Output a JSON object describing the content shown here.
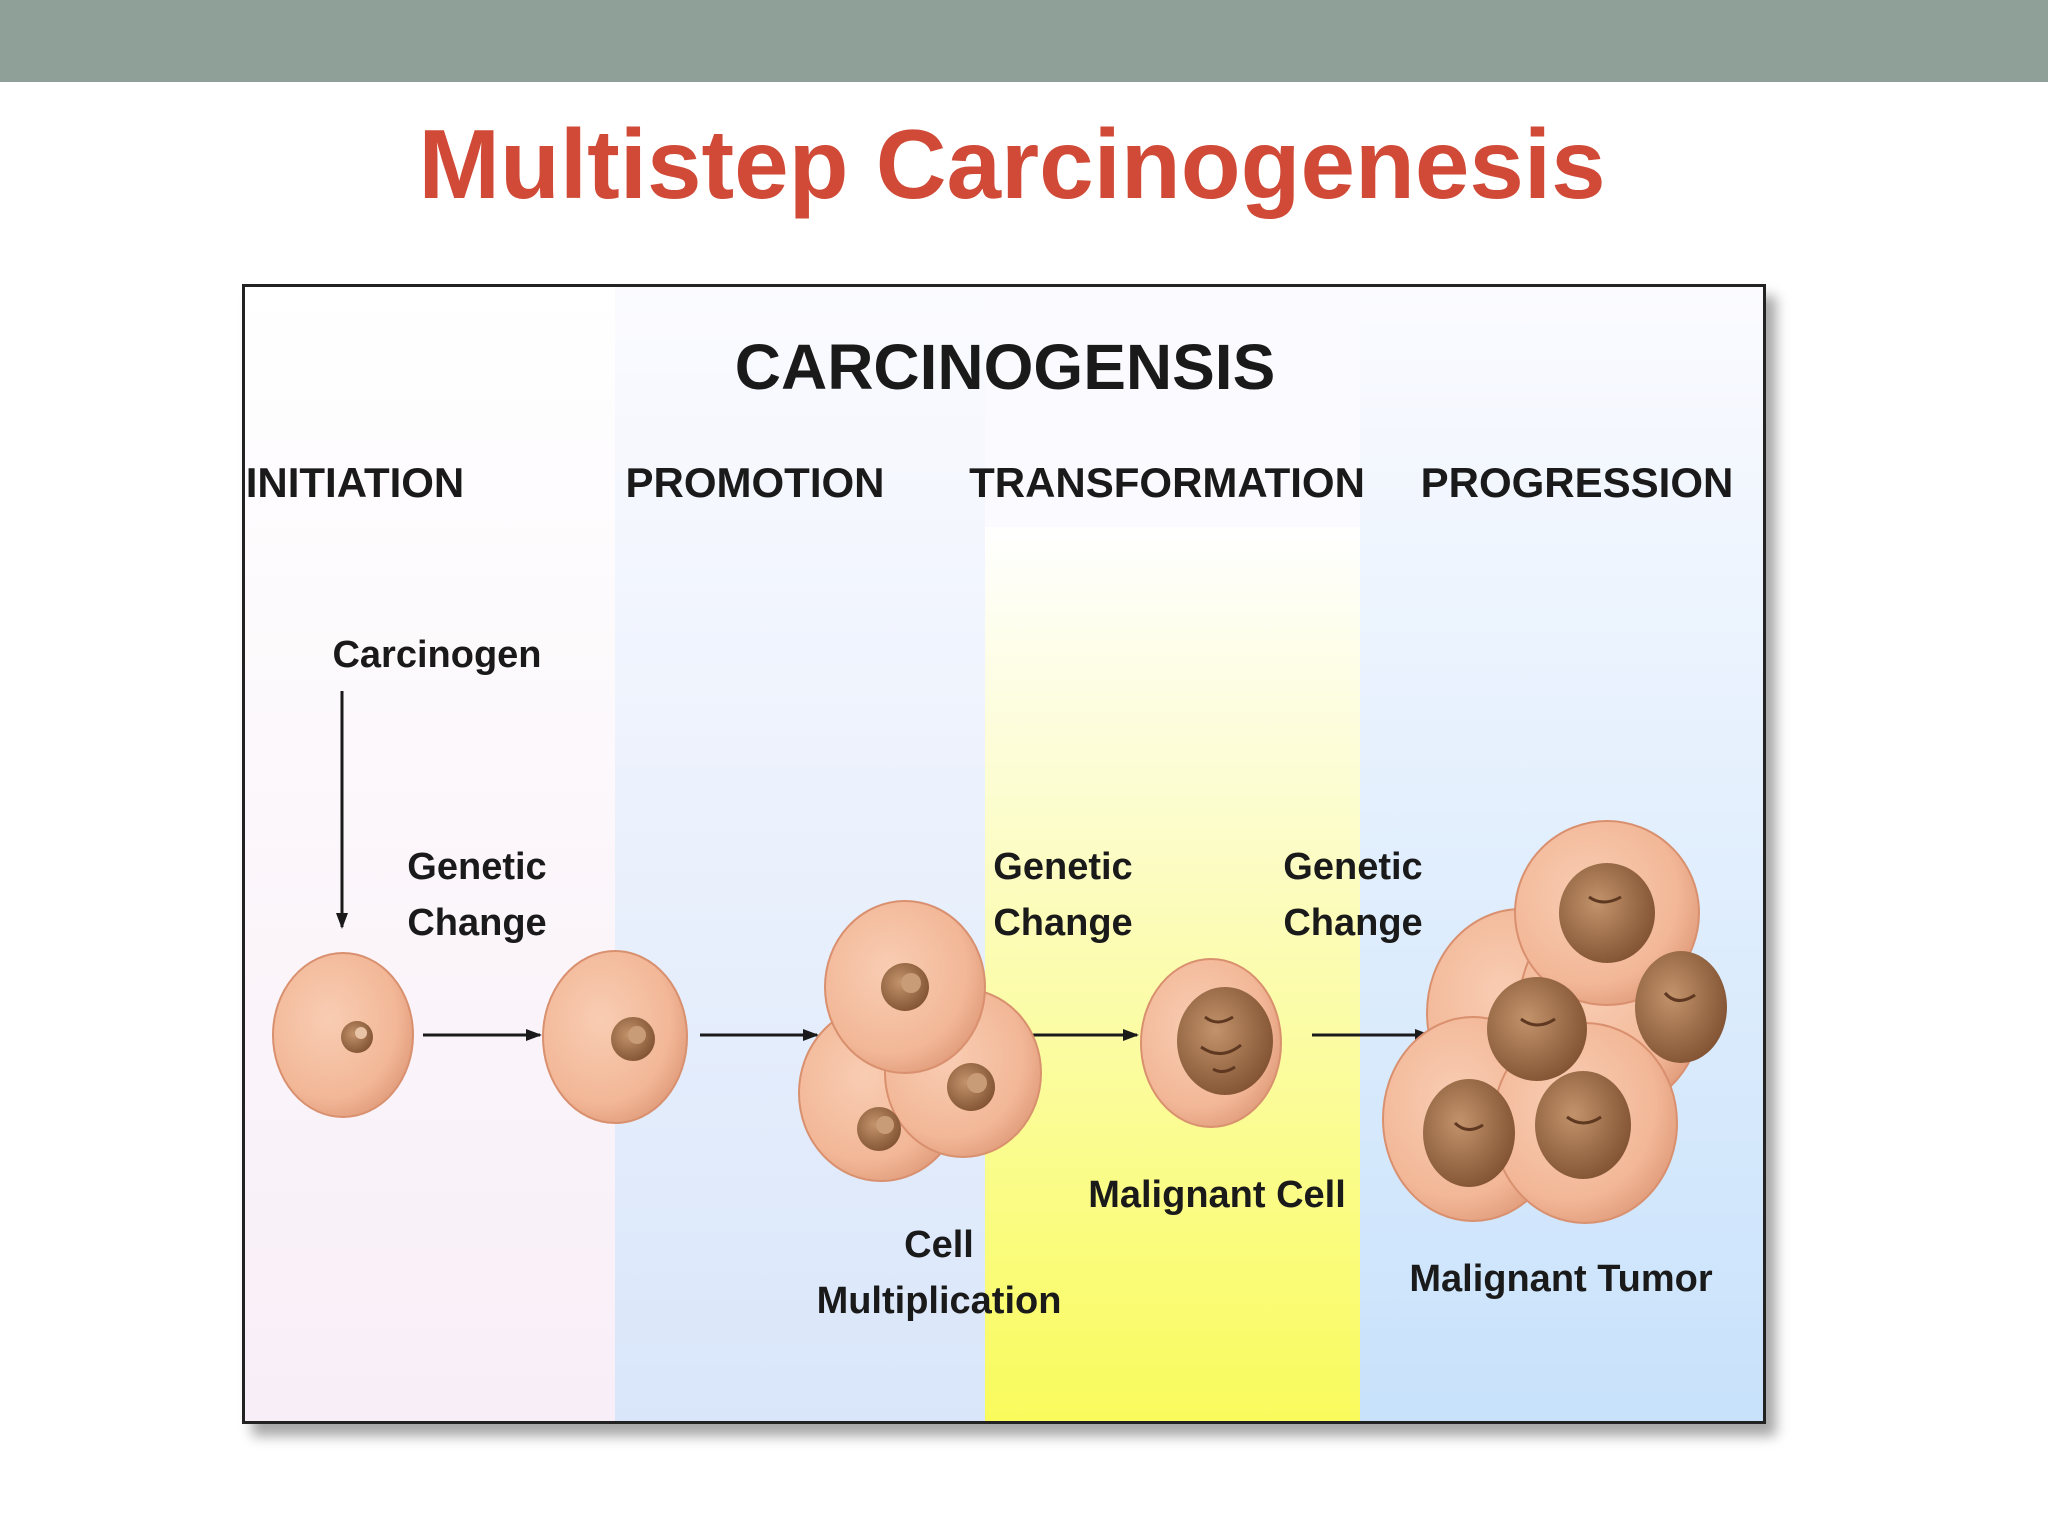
{
  "slide": {
    "title": "Multistep Carcinogenesis"
  },
  "diagram": {
    "heading": "CARCINOGENSIS",
    "stages": [
      "INITIATION",
      "PROMOTION",
      "TRANSFORMATION",
      "PROGRESSION"
    ],
    "labels": {
      "carcinogen": "Carcinogen",
      "genetic": "Genetic",
      "change": "Change",
      "cell": "Cell",
      "multiplication": "Multiplication",
      "malignant_cell": "Malignant Cell",
      "malignant_tumor": "Malignant Tumor"
    },
    "colors": {
      "initiation_band": "#fbf3fa",
      "promotion_band": "#dfe9fa",
      "transformation_band": "#fbfc74",
      "progression_band": "#d2e6fb",
      "cell_body": "#f2b797",
      "cell_edge": "#d9906f",
      "nucleus": "#9a6540",
      "title": "#d04a37"
    }
  }
}
